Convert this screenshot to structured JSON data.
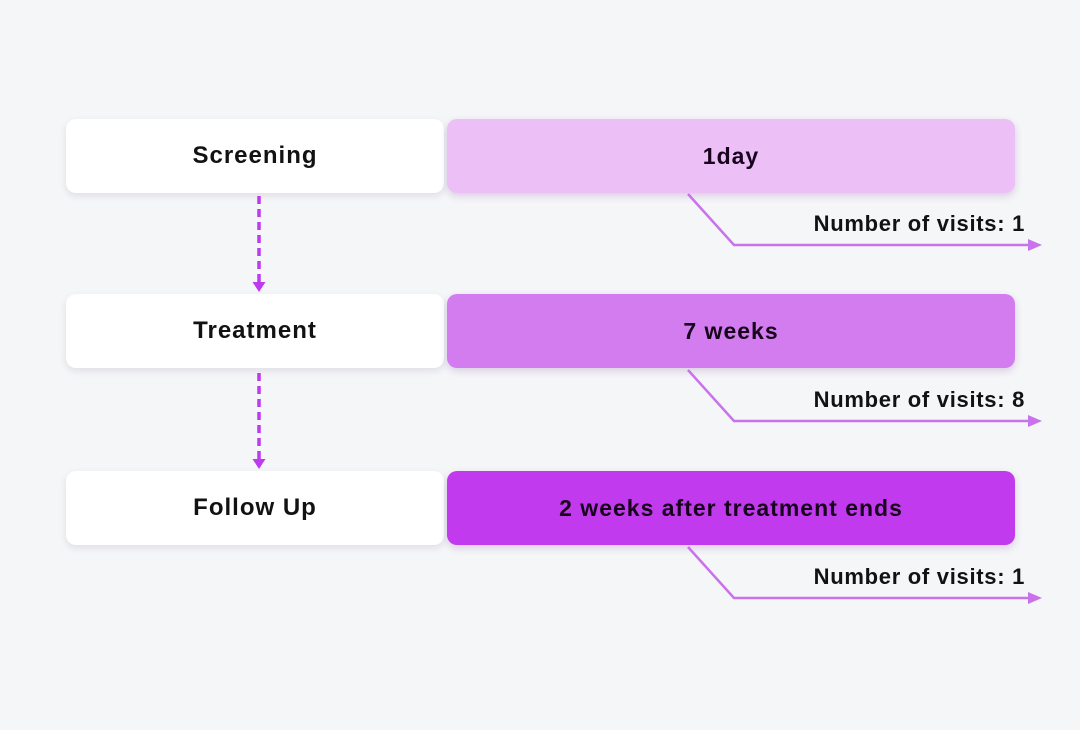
{
  "background_color": "#f5f6f8",
  "text_color": "#121212",
  "flow_arrow_color": "#bd3af0",
  "phases": [
    {
      "label": "Screening",
      "duration": "1day",
      "visits_label": "Number of visits: 1",
      "bar_color": "#ecc0f7",
      "connector_color": "#c972ec"
    },
    {
      "label": "Treatment",
      "duration": "7 weeks",
      "visits_label": "Number of visits: 8",
      "bar_color": "#d27cef",
      "connector_color": "#c972ec"
    },
    {
      "label": "Follow Up",
      "duration": "2 weeks after treatment ends",
      "visits_label": "Number of visits: 1",
      "bar_color": "#c23aee",
      "connector_color": "#c972ec"
    }
  ]
}
